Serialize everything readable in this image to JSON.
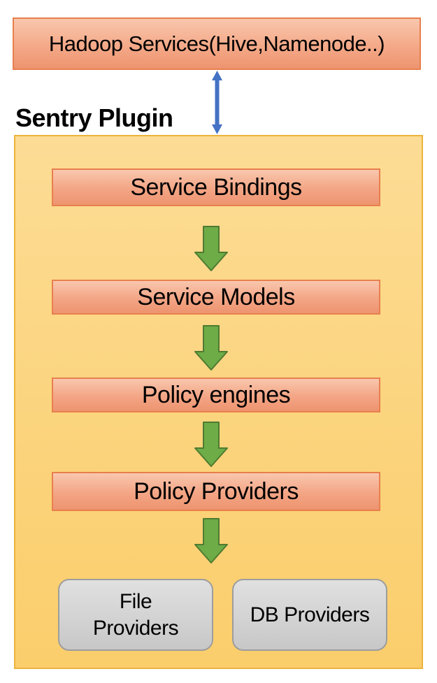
{
  "diagram": {
    "hadoop_box": {
      "label": "Hadoop Services(Hive,Namenode..)"
    },
    "sentry_plugin": {
      "title": "Sentry Plugin"
    },
    "layers": [
      {
        "label": "Service Bindings"
      },
      {
        "label": "Service Models"
      },
      {
        "label": "Policy engines"
      },
      {
        "label": "Policy Providers"
      }
    ],
    "providers": [
      {
        "label": "File Providers"
      },
      {
        "label": "DB Providers"
      }
    ],
    "icons": {
      "blue_arrow": "bidirectional-vertical-arrow",
      "green_arrow": "down-block-arrow"
    },
    "colors": {
      "salmon_fill_top": "#F9C7AE",
      "salmon_fill_bottom": "#EE9470",
      "salmon_border": "#E87F4D",
      "container_fill_top": "#FCDC95",
      "container_fill_bottom": "#FBCE6C",
      "container_border": "#ECB33C",
      "green_arrow_fill": "#6DAC46",
      "green_arrow_border": "#4F7B32",
      "blue_arrow": "#4472C4",
      "gray_fill_top": "#E0E0E0",
      "gray_fill_bottom": "#C7C7C7",
      "gray_border": "#9D9D9D"
    }
  }
}
